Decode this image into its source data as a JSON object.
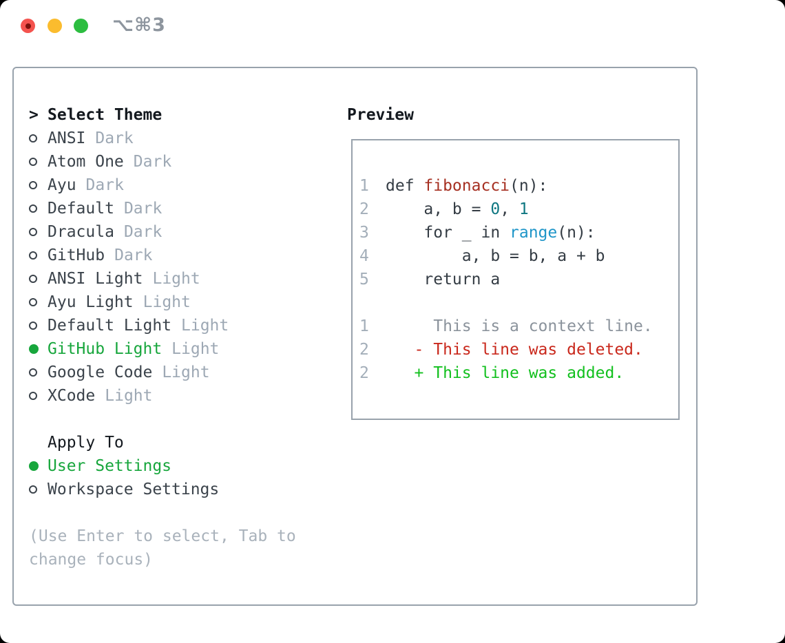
{
  "colors": {
    "text_dark": "#14191f",
    "item_text": "#3b434b",
    "tag_gray": "#9da8b4",
    "accent_green": "#17a63c",
    "help_gray": "#a9b2bb",
    "border_gray": "#98a2ac",
    "line_number": "#a3aeb9",
    "code_plain": "#343c44",
    "code_func": "#a63022",
    "code_number": "#0d7680",
    "code_builtin": "#1e95c8",
    "context_gray": "#8b939c",
    "diff_deleted": "#c9281c",
    "diff_added": "#12c01e",
    "traffic_red": "#f4534e",
    "traffic_red_dot": "#7c120c",
    "traffic_yellow": "#fbbc2e",
    "traffic_green": "#2cbd40",
    "title_gray": "#8d959e"
  },
  "window": {
    "title": "⌥⌘3"
  },
  "theme_list": {
    "prompt": ">",
    "title": "Select Theme",
    "items": [
      {
        "name": "ANSI",
        "tag": "Dark",
        "selected": false
      },
      {
        "name": "Atom One",
        "tag": "Dark",
        "selected": false
      },
      {
        "name": "Ayu",
        "tag": "Dark",
        "selected": false
      },
      {
        "name": "Default",
        "tag": "Dark",
        "selected": false
      },
      {
        "name": "Dracula",
        "tag": "Dark",
        "selected": false
      },
      {
        "name": "GitHub",
        "tag": "Dark",
        "selected": false
      },
      {
        "name": "ANSI Light",
        "tag": "Light",
        "selected": false
      },
      {
        "name": "Ayu Light",
        "tag": "Light",
        "selected": false
      },
      {
        "name": "Default Light",
        "tag": "Light",
        "selected": false
      },
      {
        "name": "GitHub Light",
        "tag": "Light",
        "selected": true
      },
      {
        "name": "Google Code",
        "tag": "Light",
        "selected": false
      },
      {
        "name": "XCode",
        "tag": "Light",
        "selected": false
      }
    ]
  },
  "apply_to": {
    "title": "Apply To",
    "options": [
      {
        "label": "User Settings",
        "selected": true
      },
      {
        "label": "Workspace Settings",
        "selected": false
      }
    ]
  },
  "help_lines": [
    "(Use Enter to select, Tab to",
    "change focus)"
  ],
  "preview": {
    "title": "Preview",
    "lines": [
      {
        "num": "1",
        "segments": [
          {
            "t": "def ",
            "c": "plain"
          },
          {
            "t": "fibonacci",
            "c": "func"
          },
          {
            "t": "(n):",
            "c": "plain"
          }
        ]
      },
      {
        "num": "2",
        "segments": [
          {
            "t": "    a, b = ",
            "c": "plain"
          },
          {
            "t": "0",
            "c": "number"
          },
          {
            "t": ", ",
            "c": "plain"
          },
          {
            "t": "1",
            "c": "number"
          }
        ]
      },
      {
        "num": "3",
        "segments": [
          {
            "t": "    for _ in ",
            "c": "plain"
          },
          {
            "t": "range",
            "c": "builtin"
          },
          {
            "t": "(n):",
            "c": "plain"
          }
        ]
      },
      {
        "num": "4",
        "segments": [
          {
            "t": "        a, b = b, a + b",
            "c": "plain"
          }
        ]
      },
      {
        "num": "5",
        "segments": [
          {
            "t": "    return a",
            "c": "plain"
          }
        ]
      },
      {
        "num": "",
        "segments": []
      },
      {
        "num": "1",
        "segments": [
          {
            "t": "     This is a context line.",
            "c": "context"
          }
        ]
      },
      {
        "num": "2",
        "segments": [
          {
            "t": "   - This line was deleted.",
            "c": "deleted"
          }
        ]
      },
      {
        "num": "2",
        "segments": [
          {
            "t": "   + This line was added.",
            "c": "added"
          }
        ]
      }
    ]
  }
}
